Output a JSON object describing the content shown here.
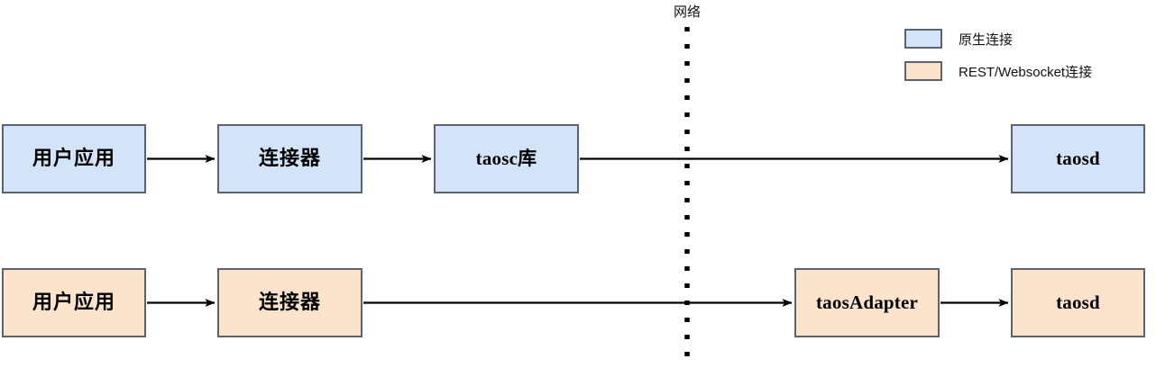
{
  "diagram": {
    "network_label": "网络",
    "colors": {
      "native_fill": "#d4e4f8",
      "restws_fill": "#fbe3cc",
      "box_border": "#5b6370",
      "arrow": "#000000",
      "background": "#ffffff"
    },
    "rows": [
      {
        "id": "native-row",
        "connection_type": "native",
        "nodes": [
          {
            "id": "app-native",
            "label": "用户应用"
          },
          {
            "id": "connector-native",
            "label": "连接器"
          },
          {
            "id": "taosc",
            "label": "taosc库"
          },
          {
            "id": "taosd-native",
            "label": "taosd"
          }
        ],
        "edges": [
          {
            "from": "app-native",
            "to": "connector-native"
          },
          {
            "from": "connector-native",
            "to": "taosc"
          },
          {
            "from": "taosc",
            "to": "taosd-native",
            "crosses_network": true
          }
        ]
      },
      {
        "id": "restws-row",
        "connection_type": "restws",
        "nodes": [
          {
            "id": "app-rest",
            "label": "用户应用"
          },
          {
            "id": "connector-rest",
            "label": "连接器"
          },
          {
            "id": "taosadapter",
            "label": "taosAdapter"
          },
          {
            "id": "taosd-rest",
            "label": "taosd"
          }
        ],
        "edges": [
          {
            "from": "app-rest",
            "to": "connector-rest"
          },
          {
            "from": "connector-rest",
            "to": "taosadapter",
            "crosses_network": true
          },
          {
            "from": "taosadapter",
            "to": "taosd-rest"
          }
        ]
      }
    ]
  },
  "legend": {
    "items": [
      {
        "swatch": "native",
        "label": "原生连接"
      },
      {
        "swatch": "restws",
        "label": "REST/Websocket连接"
      }
    ]
  }
}
